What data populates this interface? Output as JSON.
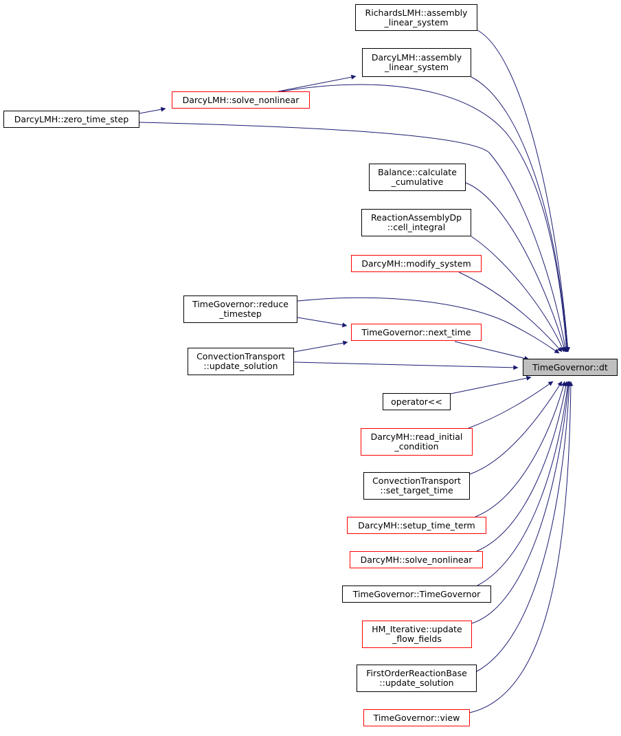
{
  "graph": {
    "focus": "TimeGovernor::dt",
    "colors": {
      "edge": "#191970",
      "node_border": "#000000",
      "truncated_border": "#ff0000",
      "focus_fill": "#bfbfbf"
    },
    "nodes": [
      {
        "id": "richards_assembly",
        "lines": [
          "RichardsLMH::assembly",
          "_linear_system"
        ],
        "truncated": false
      },
      {
        "id": "darcylmh_assembly",
        "lines": [
          "DarcyLMH::assembly",
          "_linear_system"
        ],
        "truncated": false
      },
      {
        "id": "darcylmh_solve_nonlinear",
        "lines": [
          "DarcyLMH::solve_nonlinear"
        ],
        "truncated": true
      },
      {
        "id": "darcylmh_zero_time_step",
        "lines": [
          "DarcyLMH::zero_time_step"
        ],
        "truncated": false
      },
      {
        "id": "balance_calculate_cumulative",
        "lines": [
          "Balance::calculate",
          "_cumulative"
        ],
        "truncated": false
      },
      {
        "id": "reaction_cell_integral",
        "lines": [
          "ReactionAssemblyDp",
          "::cell_integral"
        ],
        "truncated": false
      },
      {
        "id": "darcymh_modify_system",
        "lines": [
          "DarcyMH::modify_system"
        ],
        "truncated": true
      },
      {
        "id": "tg_reduce_timestep",
        "lines": [
          "TimeGovernor::reduce",
          "_timestep"
        ],
        "truncated": false
      },
      {
        "id": "tg_next_time",
        "lines": [
          "TimeGovernor::next_time"
        ],
        "truncated": true
      },
      {
        "id": "ct_update_solution",
        "lines": [
          "ConvectionTransport",
          "::update_solution"
        ],
        "truncated": false
      },
      {
        "id": "tg_dt",
        "lines": [
          "TimeGovernor::dt"
        ],
        "truncated": false,
        "focus": true
      },
      {
        "id": "operator_ltlt",
        "lines": [
          "operator<<"
        ],
        "truncated": false
      },
      {
        "id": "darcymh_read_initial_condition",
        "lines": [
          "DarcyMH::read_initial",
          "_condition"
        ],
        "truncated": true
      },
      {
        "id": "ct_set_target_time",
        "lines": [
          "ConvectionTransport",
          "::set_target_time"
        ],
        "truncated": false
      },
      {
        "id": "darcymh_setup_time_term",
        "lines": [
          "DarcyMH::setup_time_term"
        ],
        "truncated": true
      },
      {
        "id": "darcymh_solve_nonlinear",
        "lines": [
          "DarcyMH::solve_nonlinear"
        ],
        "truncated": true
      },
      {
        "id": "tg_constructor",
        "lines": [
          "TimeGovernor::TimeGovernor"
        ],
        "truncated": false
      },
      {
        "id": "hm_update_flow_fields",
        "lines": [
          "HM_Iterative::update",
          "_flow_fields"
        ],
        "truncated": true
      },
      {
        "id": "forb_update_solution",
        "lines": [
          "FirstOrderReactionBase",
          "::update_solution"
        ],
        "truncated": false
      },
      {
        "id": "tg_view",
        "lines": [
          "TimeGovernor::view"
        ],
        "truncated": true
      }
    ],
    "edges": [
      [
        "richards_assembly",
        "tg_dt"
      ],
      [
        "darcylmh_assembly",
        "tg_dt"
      ],
      [
        "darcylmh_solve_nonlinear",
        "darcylmh_assembly"
      ],
      [
        "darcylmh_solve_nonlinear",
        "tg_dt"
      ],
      [
        "darcylmh_zero_time_step",
        "darcylmh_solve_nonlinear"
      ],
      [
        "darcylmh_zero_time_step",
        "tg_dt"
      ],
      [
        "balance_calculate_cumulative",
        "tg_dt"
      ],
      [
        "reaction_cell_integral",
        "tg_dt"
      ],
      [
        "darcymh_modify_system",
        "tg_dt"
      ],
      [
        "tg_reduce_timestep",
        "tg_dt"
      ],
      [
        "tg_reduce_timestep",
        "tg_next_time"
      ],
      [
        "tg_next_time",
        "tg_dt"
      ],
      [
        "ct_update_solution",
        "tg_next_time"
      ],
      [
        "ct_update_solution",
        "tg_dt"
      ],
      [
        "operator_ltlt",
        "tg_dt"
      ],
      [
        "darcymh_read_initial_condition",
        "tg_dt"
      ],
      [
        "ct_set_target_time",
        "tg_dt"
      ],
      [
        "darcymh_setup_time_term",
        "tg_dt"
      ],
      [
        "darcymh_solve_nonlinear",
        "tg_dt"
      ],
      [
        "tg_constructor",
        "tg_dt"
      ],
      [
        "hm_update_flow_fields",
        "tg_dt"
      ],
      [
        "forb_update_solution",
        "tg_dt"
      ],
      [
        "tg_view",
        "tg_dt"
      ]
    ]
  }
}
